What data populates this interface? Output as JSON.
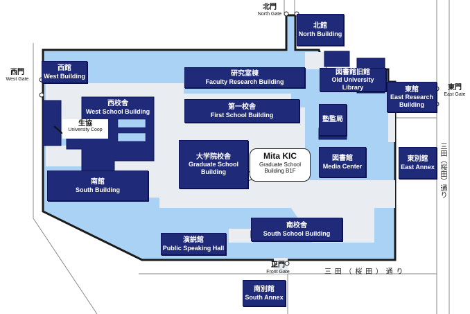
{
  "colors": {
    "campus_fill": "#a9d2f5",
    "path_fill": "#e9edf1",
    "building": "#1f2a78",
    "outline": "#1b1b1b"
  },
  "gates": {
    "north": {
      "jp": "北門",
      "en": "North Gate"
    },
    "west": {
      "jp": "西門",
      "en": "West Gate"
    },
    "east": {
      "jp": "東門",
      "en": "East Gate"
    },
    "front": {
      "jp": "正門",
      "en": "Front Gate"
    }
  },
  "buildings": {
    "north": {
      "jp": "北館",
      "en": "North Building"
    },
    "west": {
      "jp": "西館",
      "en": "West Building"
    },
    "faculty": {
      "jp": "研究室棟",
      "en": "Faculty Research Building"
    },
    "old_library": {
      "jp": "図書館旧館",
      "en": "Old University Library"
    },
    "east_research": {
      "jp": "東館",
      "en": "East Research Building"
    },
    "west_school": {
      "jp": "西校舎",
      "en": "West School Building"
    },
    "first_school": {
      "jp": "第一校舎",
      "en": "First School Building"
    },
    "jukukan": {
      "jp": "塾監局",
      "en": ""
    },
    "graduate": {
      "jp": "大学院校舎",
      "en": "Graduate School Building"
    },
    "media": {
      "jp": "図書館",
      "en": "Media Center"
    },
    "east_annex": {
      "jp": "東別館",
      "en": "East Annex"
    },
    "south": {
      "jp": "南館",
      "en": "South Building"
    },
    "south_school": {
      "jp": "南校舎",
      "en": "South School Building"
    },
    "speaking": {
      "jp": "演説館",
      "en": "Public Speaking Hall"
    },
    "south_annex": {
      "jp": "南別館",
      "en": "South Annex"
    }
  },
  "coop": {
    "jp": "生協",
    "en": "University Coop"
  },
  "kic": {
    "title": "Mita KIC",
    "sub1": "Graduate School",
    "sub2": "Building B1F"
  },
  "roads": {
    "bottom": "三 田 （ 桜 田 ） 通 り",
    "right": "三田（桜田）通り"
  }
}
